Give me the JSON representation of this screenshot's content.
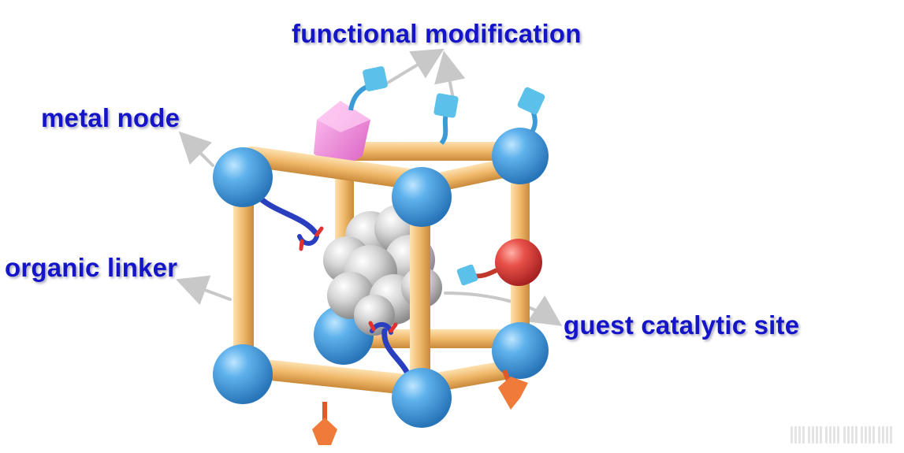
{
  "labels": {
    "functional_modification": "functional modification",
    "metal_node": "metal node",
    "organic_linker": "organic linker",
    "guest_catalytic_site": "guest catalytic site"
  },
  "watermark": "",
  "colors": {
    "label_text": "#1414c8",
    "metal_node": "#4a9fe0",
    "linker": "#f0b86a",
    "guest_cluster": "#c8c8c8",
    "functional_group": "#5bc0ea",
    "pink_node": "#ee7fd8",
    "red_site": "#e84a4a",
    "hook": "#2a3ec0",
    "anchor": "#f07a3a",
    "arrow": "#c8c8c8"
  },
  "icons": [
    "cube-frame",
    "sphere-node",
    "cube-group",
    "arrow"
  ]
}
